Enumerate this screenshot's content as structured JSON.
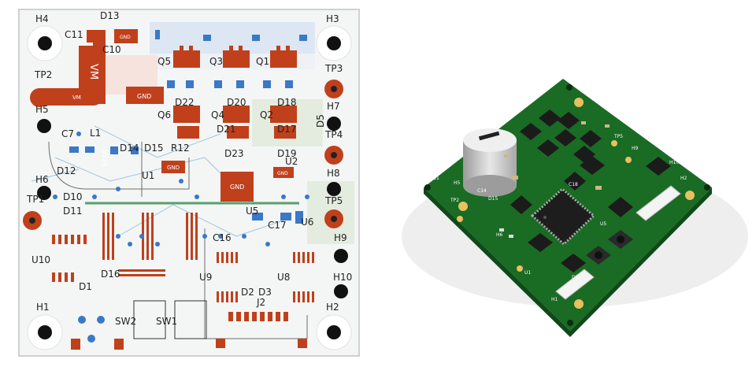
{
  "layout": {
    "holes": {
      "h1": "H1",
      "h2": "H2",
      "h3": "H3",
      "h4": "H4",
      "h5": "H5",
      "h6": "H6",
      "h7": "H7",
      "h8": "H8",
      "h9": "H9",
      "h10": "H10"
    },
    "testpoints": {
      "tp1": "TP1",
      "tp2": "TP2",
      "tp3": "TP3",
      "tp4": "TP4",
      "tp5": "TP5"
    },
    "refs": {
      "d13": "D13",
      "c11": "C11",
      "c10": "C10",
      "q5": "Q5",
      "q3": "Q3",
      "q1": "Q1",
      "d22": "D22",
      "d20": "D20",
      "d18": "D18",
      "q6": "Q6",
      "q4": "Q4",
      "q2": "Q2",
      "l1": "L1",
      "c7": "C7",
      "d14": "D14",
      "d15": "D15",
      "r12": "R12",
      "d23": "D23",
      "d19": "D19",
      "d21": "D21",
      "d17": "D17",
      "d5": "D5",
      "u1": "U1",
      "u2": "U2",
      "d10": "D10",
      "d11": "D11",
      "u5": "U5",
      "u6": "U6",
      "c16": "C16",
      "c17": "C17",
      "u10": "U10",
      "d16": "D16",
      "u9": "U9",
      "u8": "U8",
      "d1": "D1",
      "d2": "D2",
      "d3": "D3",
      "j2": "J2",
      "sw2": "SW2",
      "sw1": "SW1"
    },
    "silk": {
      "gnd": "GND",
      "vm": "VM",
      "v3v3": "V3V3"
    }
  },
  "render": {
    "silk": {
      "c11": "C11",
      "h5": "H5",
      "tp2": "TP2",
      "c14": "C14",
      "d15": "D15",
      "h6": "H6",
      "u1": "U1",
      "h1": "H1",
      "d1": "D1",
      "tp5": "TP5",
      "h9": "H9",
      "h10": "H10",
      "h2": "H2",
      "h8": "H8",
      "c18": "C18",
      "u5": "U5"
    }
  },
  "colors": {
    "pcb_green": "#1a6b24",
    "copper": "#c0401c",
    "via_blue": "#3a78c8",
    "gnd_pad": "#b83818",
    "edge": "#d9d9d9"
  }
}
